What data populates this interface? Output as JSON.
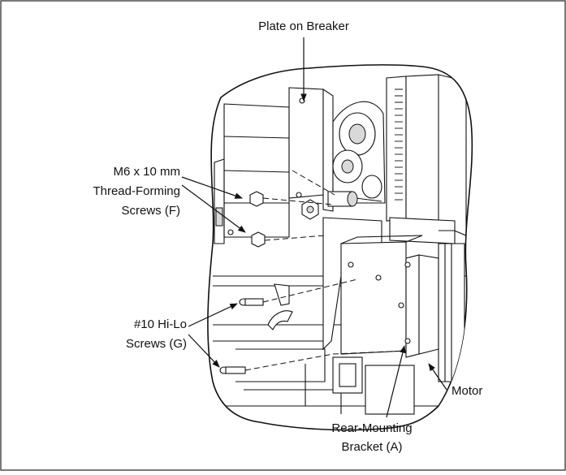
{
  "figure": {
    "callouts": {
      "plate": "Plate on Breaker",
      "m6_line1": "M6 x 10 mm",
      "m6_line2": "Thread-Forming",
      "m6_line3": "Screws (F)",
      "hilo_line1": "#10 Hi-Lo",
      "hilo_line2": "Screws (G)",
      "motor": "Motor",
      "bracket_line1": "Rear-Mounting",
      "bracket_line2": "Bracket (A)"
    }
  }
}
